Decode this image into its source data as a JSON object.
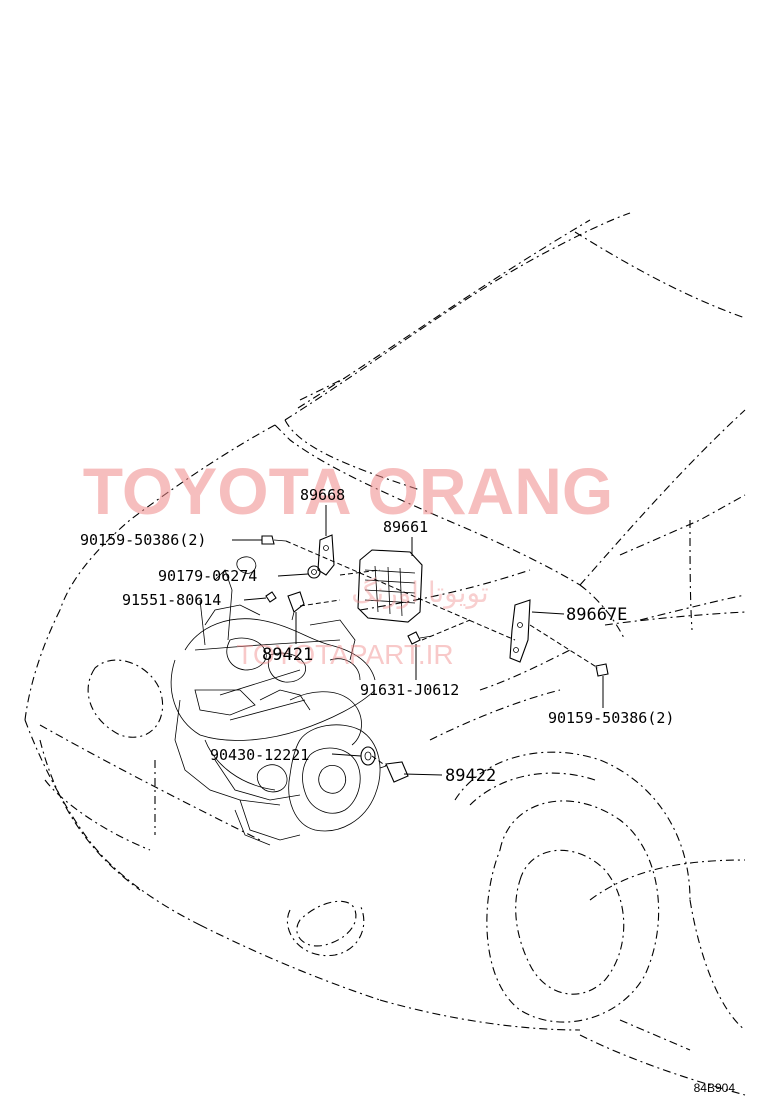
{
  "diagram": {
    "watermark": {
      "main": "TOYOTA ORANG",
      "persian": "تویوتا اورنگ",
      "site": "TOYOTAPART.IR",
      "color": "#f08a8a"
    },
    "parts": [
      {
        "id": "p89668",
        "label": "89668"
      },
      {
        "id": "p89661",
        "label": "89661"
      },
      {
        "id": "p90159_left",
        "label": "90159-50386(2)"
      },
      {
        "id": "p90179",
        "label": "90179-06274"
      },
      {
        "id": "p91551",
        "label": "91551-80614"
      },
      {
        "id": "p89667E",
        "label": "89667E"
      },
      {
        "id": "p89421",
        "label": "89421"
      },
      {
        "id": "p91631",
        "label": "91631-J0612"
      },
      {
        "id": "p90159_right",
        "label": "90159-50386(2)"
      },
      {
        "id": "p90430",
        "label": "90430-12221"
      },
      {
        "id": "p89422",
        "label": "89422"
      }
    ],
    "drawing_code": "84B904"
  }
}
